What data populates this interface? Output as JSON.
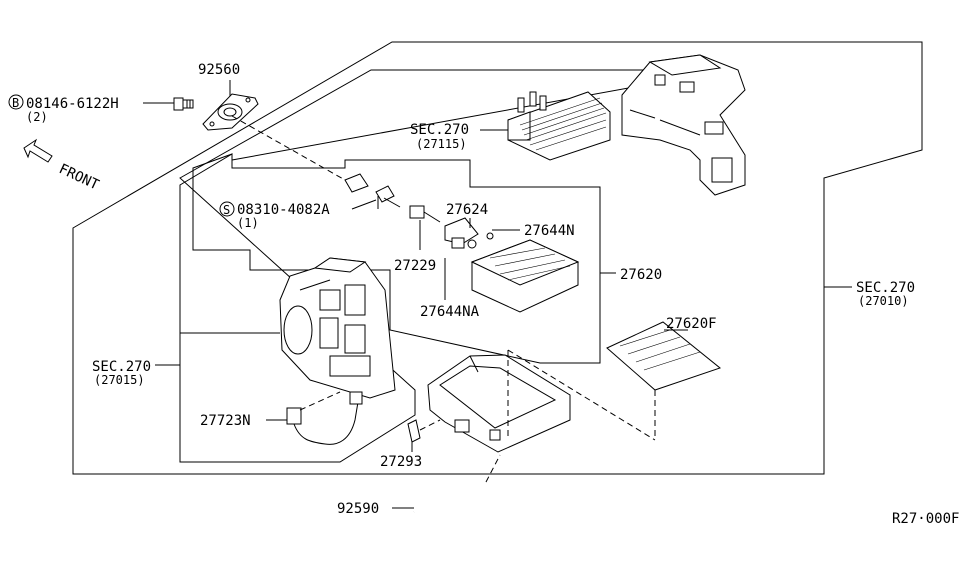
{
  "labels": {
    "p92560": "92560",
    "p08146": "08146-6122H",
    "p08146_qty": "(2)",
    "p08146_sym": "B",
    "front": "FRONT",
    "sec27115_a": "SEC.270",
    "sec27115_b": "(27115)",
    "p08310": "08310-4082A",
    "p08310_qty": "(1)",
    "p08310_sym": "S",
    "p27624": "27624",
    "p27644N": "27644N",
    "p27229": "27229",
    "p27620": "27620",
    "p27644NA": "27644NA",
    "sec27010_a": "SEC.270",
    "sec27010_b": "(27010)",
    "p27620F": "27620F",
    "sec27015_a": "SEC.270",
    "sec27015_b": "(27015)",
    "p27723N": "27723N",
    "p27293": "27293",
    "p92590": "92590",
    "ref": "R27·000F"
  }
}
